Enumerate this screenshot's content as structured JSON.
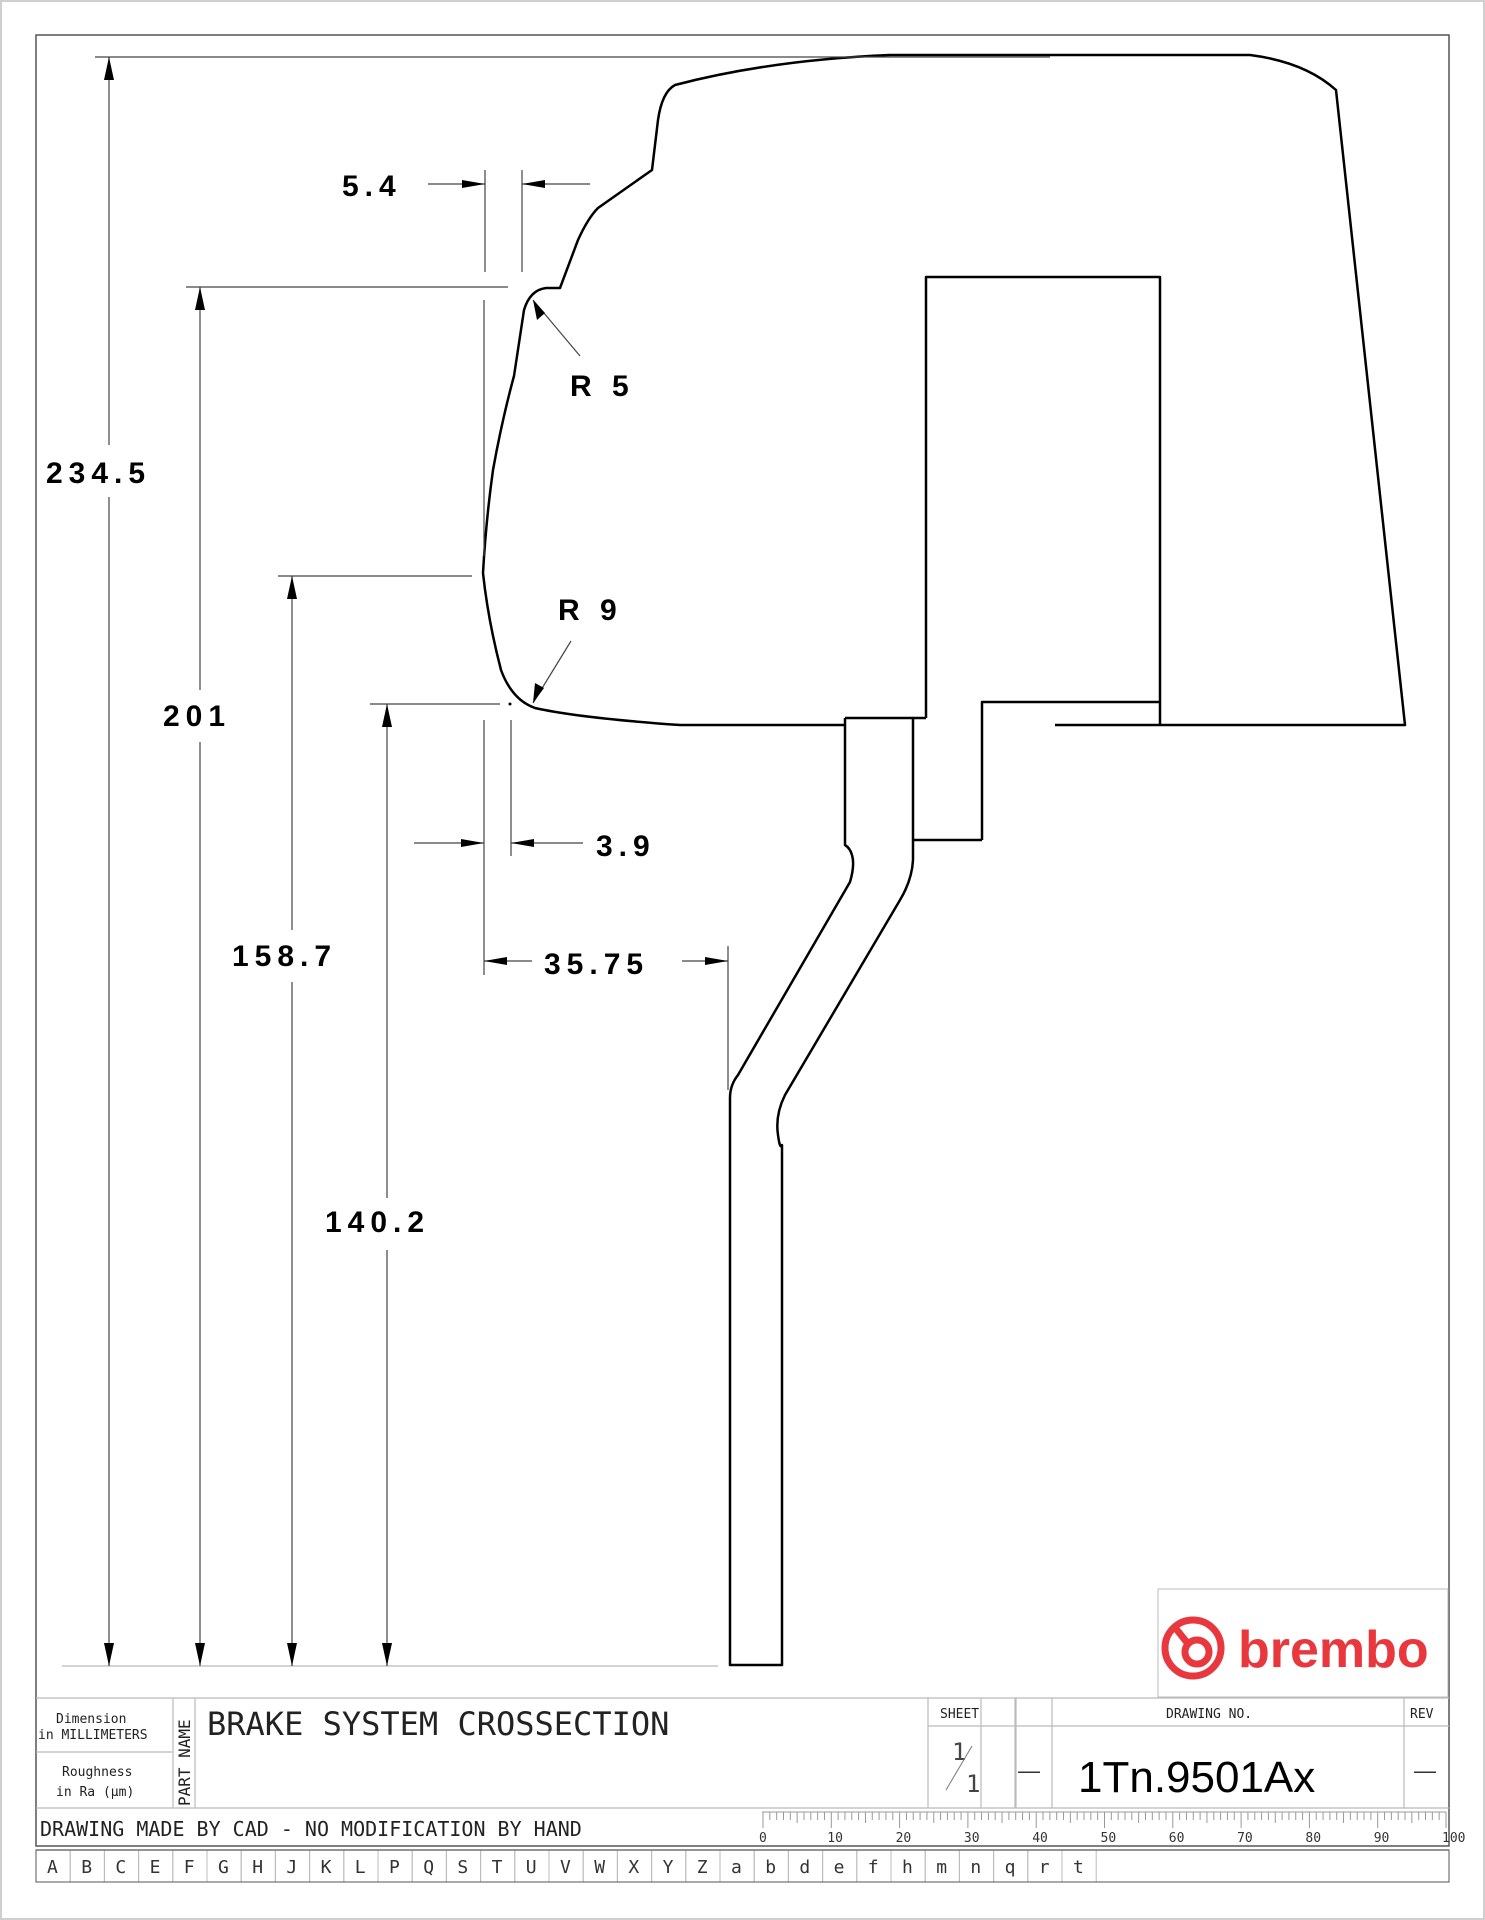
{
  "drawing": {
    "part_name": "BRAKE SYSTEM CROSSECTION",
    "part_name_label": "PART NAME",
    "dimension_label_line1": "Dimension",
    "dimension_label_line2": "in MILLIMETERS",
    "roughness_label_line1": "Roughness",
    "roughness_label_line2": "in Ra (µm)",
    "cad_notice": "DRAWING MADE BY CAD - NO MODIFICATION BY HAND",
    "sheet_label": "SHEET",
    "sheet_num": "1",
    "sheet_total": "1",
    "dash_1": "—",
    "drawing_no_label": "DRAWING NO.",
    "drawing_no": "1Tn.9501Ax",
    "rev_label": "REV",
    "rev_value": "—",
    "brand": "brembo",
    "brand_color": "#e8383d"
  },
  "dimensions": {
    "d_234_5": "234.5",
    "d_201": "201",
    "d_158_7": "158.7",
    "d_140_2": "140.2",
    "d_5_4": "5.4",
    "d_3_9": "3.9",
    "d_35_75": "35.75",
    "r_5": "R 5",
    "r_9": "R 9"
  },
  "ruler": {
    "labels": [
      "0",
      "10",
      "20",
      "30",
      "40",
      "50",
      "60",
      "70",
      "80",
      "90",
      "100"
    ]
  },
  "zone_letters": [
    "A",
    "B",
    "C",
    "E",
    "F",
    "G",
    "H",
    "J",
    "K",
    "L",
    "P",
    "Q",
    "S",
    "T",
    "U",
    "V",
    "W",
    "X",
    "Y",
    "Z",
    "a",
    "b",
    "d",
    "e",
    "f",
    "h",
    "m",
    "n",
    "q",
    "r",
    "t"
  ]
}
